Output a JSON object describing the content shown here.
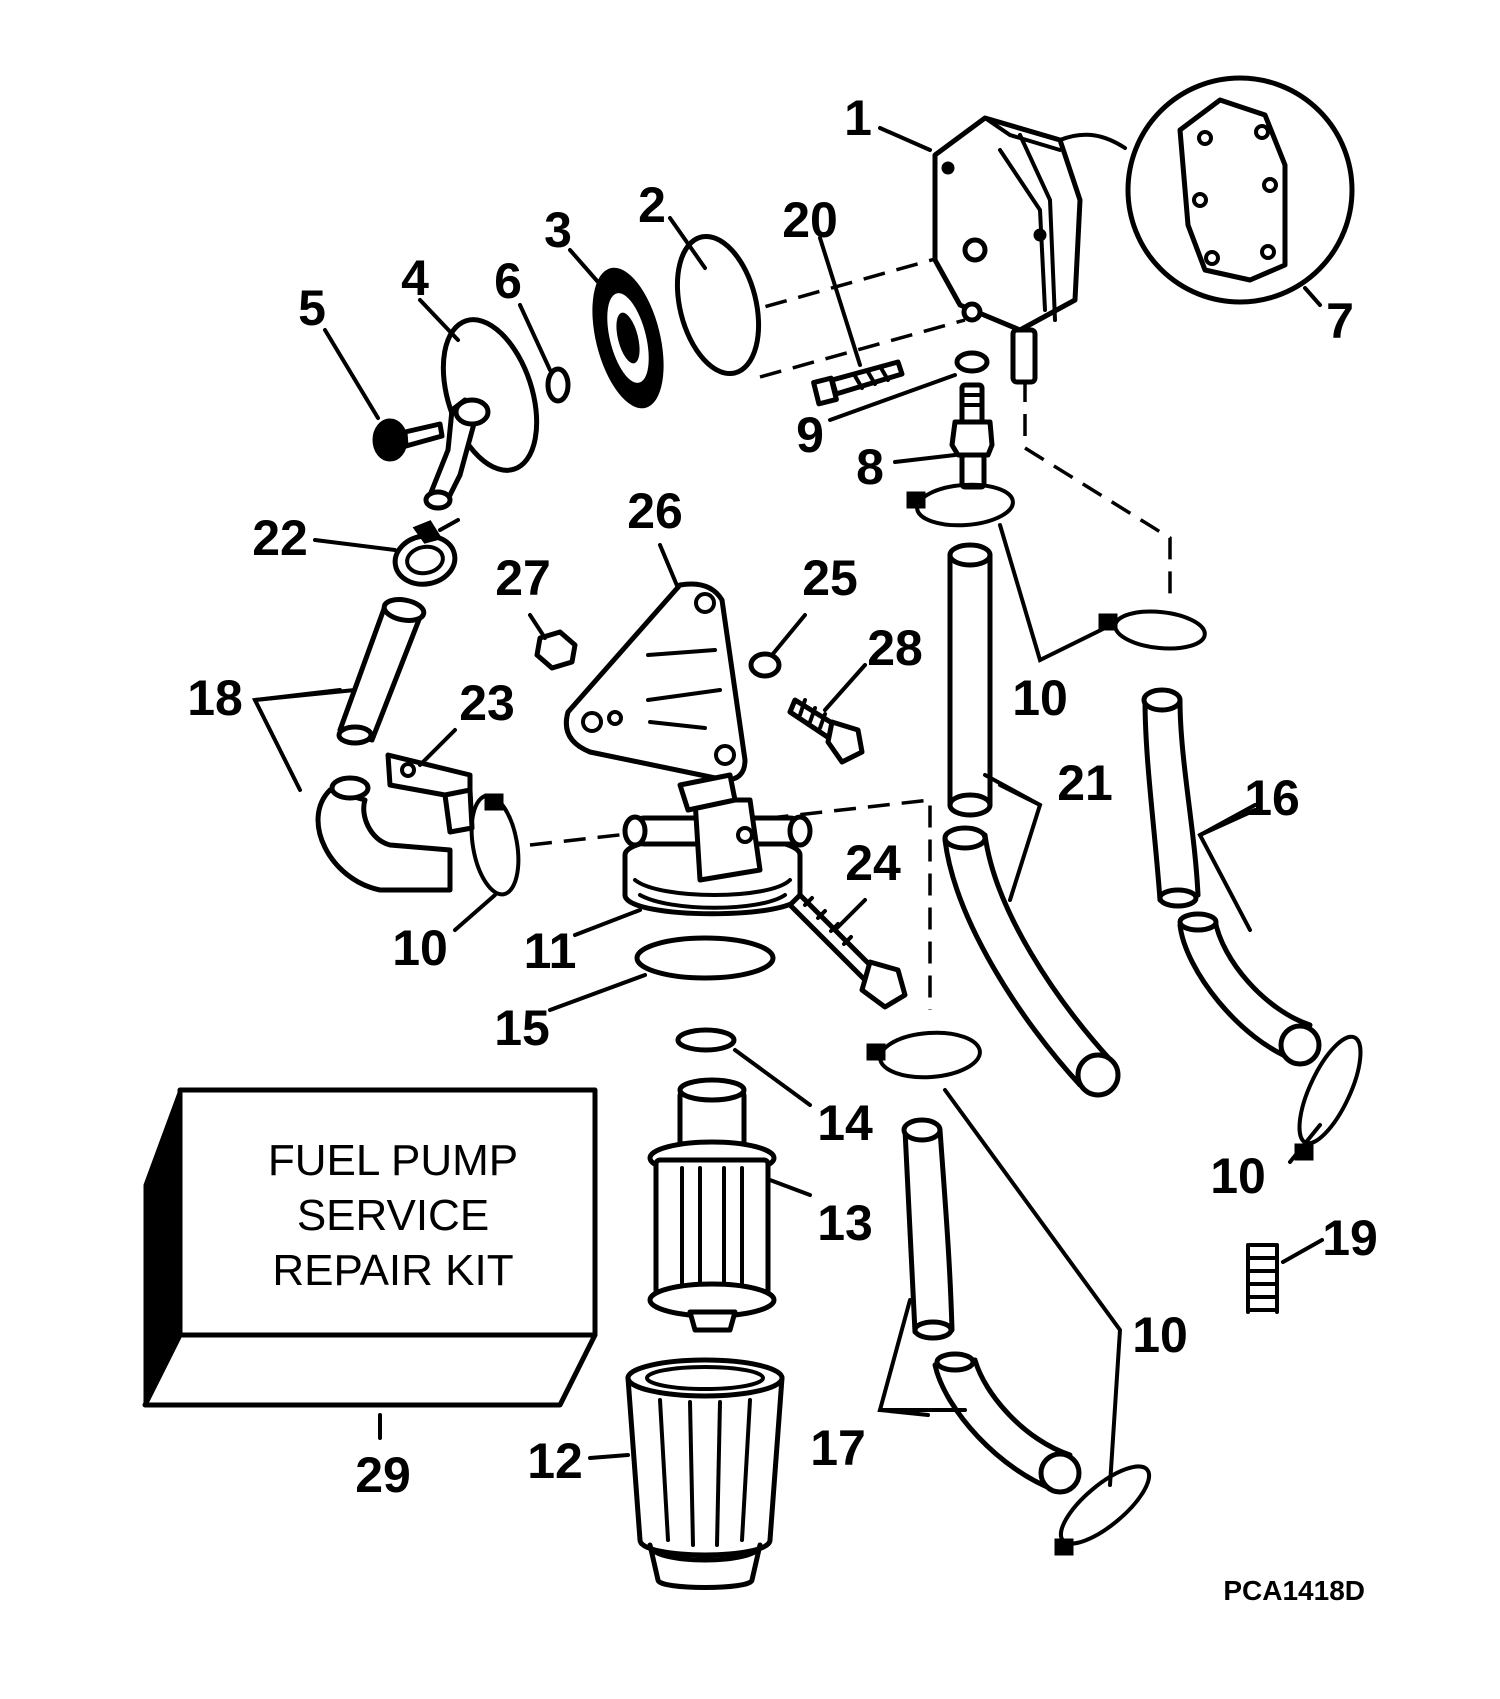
{
  "diagram": {
    "reference_code": "PCA1418D",
    "kit_box": {
      "line1": "FUEL PUMP",
      "line2": "SERVICE",
      "line3": "REPAIR KIT"
    },
    "labels": {
      "n1": "1",
      "n2": "2",
      "n3": "3",
      "n4": "4",
      "n5": "5",
      "n6": "6",
      "n7": "7",
      "n8": "8",
      "n9": "9",
      "n10a": "10",
      "n10b": "10",
      "n10c": "10",
      "n10d": "10",
      "n11": "11",
      "n12": "12",
      "n13": "13",
      "n14": "14",
      "n15": "15",
      "n16": "16",
      "n17": "17",
      "n18": "18",
      "n19": "19",
      "n20": "20",
      "n21": "21",
      "n22": "22",
      "n23": "23",
      "n24": "24",
      "n25": "25",
      "n26": "26",
      "n27": "27",
      "n28": "28",
      "n29": "29"
    }
  }
}
